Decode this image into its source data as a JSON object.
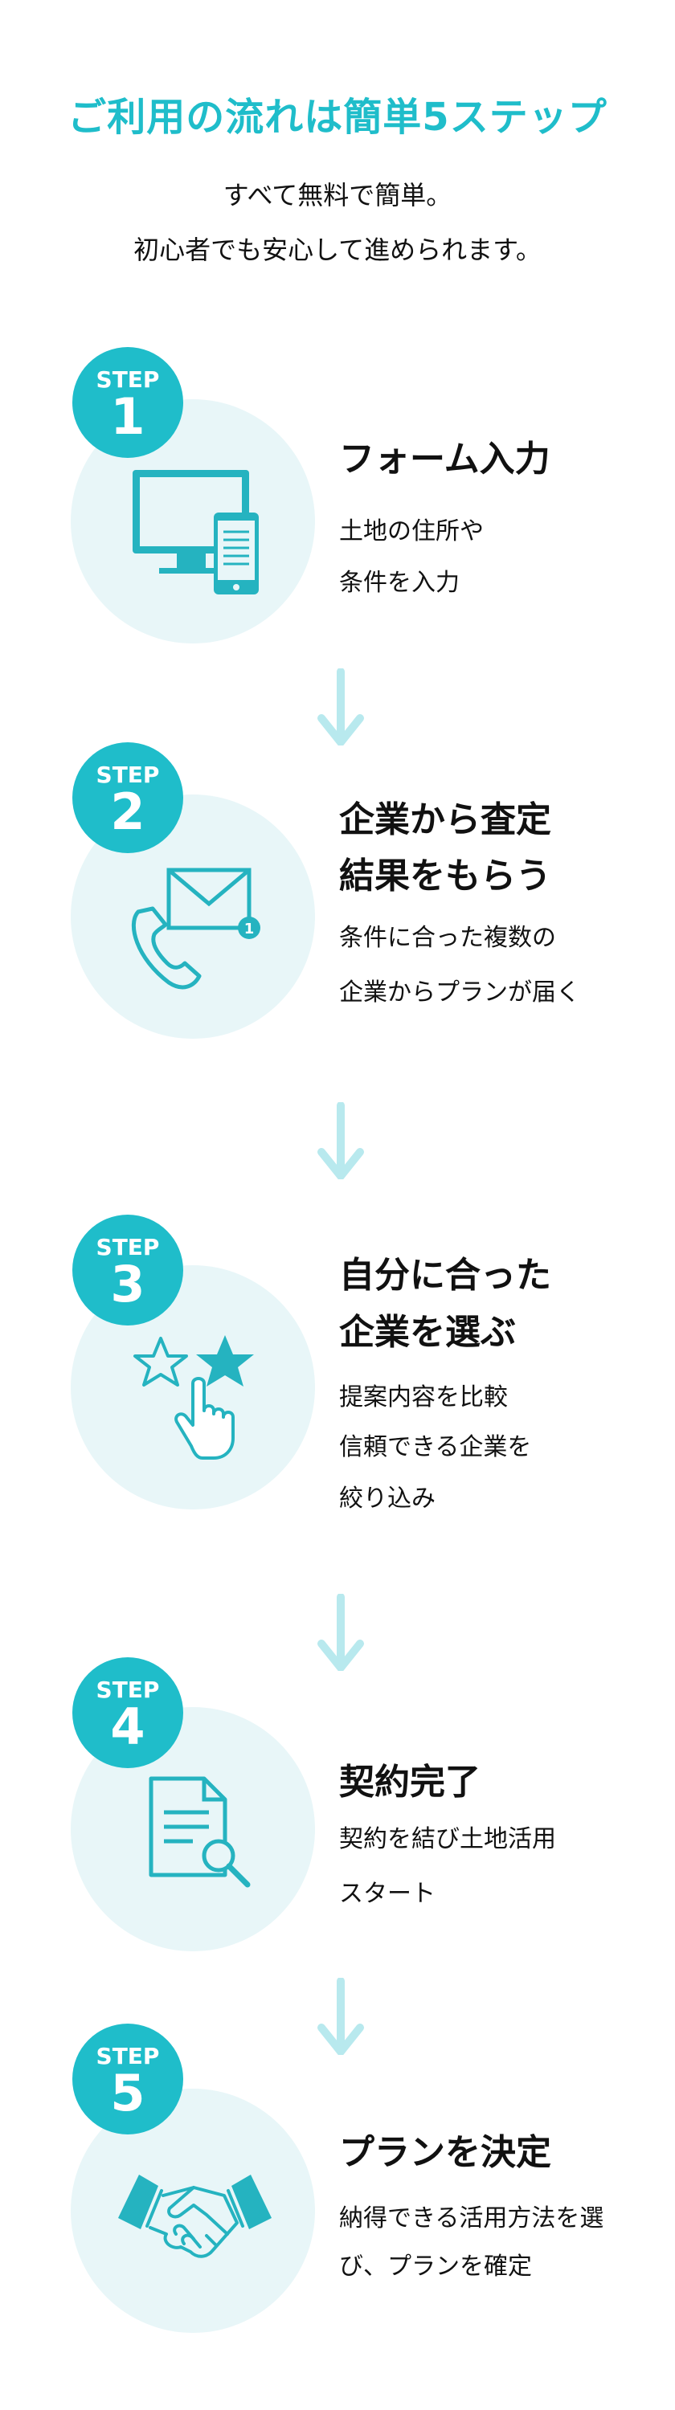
{
  "header": {
    "title": "ご利用の流れは簡単5ステップ",
    "subtitle_lines": [
      "すべて無料で簡単。",
      "初心者でも安心して進められます。"
    ]
  },
  "colors": {
    "accent": "#1fbdca",
    "circle_bg": "#e8f6f8",
    "arrow": "#b8e9ee"
  },
  "steps": [
    {
      "label": "STEP",
      "number": "1",
      "icon": "computer-smartphone-icon",
      "title_lines": [
        "フォーム入力"
      ],
      "desc_lines": [
        "土地の住所や",
        "条件を入力"
      ]
    },
    {
      "label": "STEP",
      "number": "2",
      "icon": "phone-mail-icon",
      "badge_count": "1",
      "title_lines": [
        "企業から査定",
        "結果をもらう"
      ],
      "desc_lines": [
        "条件に合った複数の",
        "企業からプランが届く"
      ]
    },
    {
      "label": "STEP",
      "number": "3",
      "icon": "star-select-icon",
      "title_lines": [
        "自分に合った",
        "企業を選ぶ"
      ],
      "desc_lines": [
        "提案内容を比較",
        "信頼できる企業を",
        "絞り込み"
      ]
    },
    {
      "label": "STEP",
      "number": "4",
      "icon": "document-search-icon",
      "title_lines": [
        "契約完了"
      ],
      "desc_lines": [
        "契約を結び土地活用",
        "スタート"
      ]
    },
    {
      "label": "STEP",
      "number": "5",
      "icon": "handshake-icon",
      "title_lines": [
        "プランを決定"
      ],
      "desc_lines": [
        "納得できる活用方法を選",
        "び、プランを確定"
      ]
    }
  ]
}
